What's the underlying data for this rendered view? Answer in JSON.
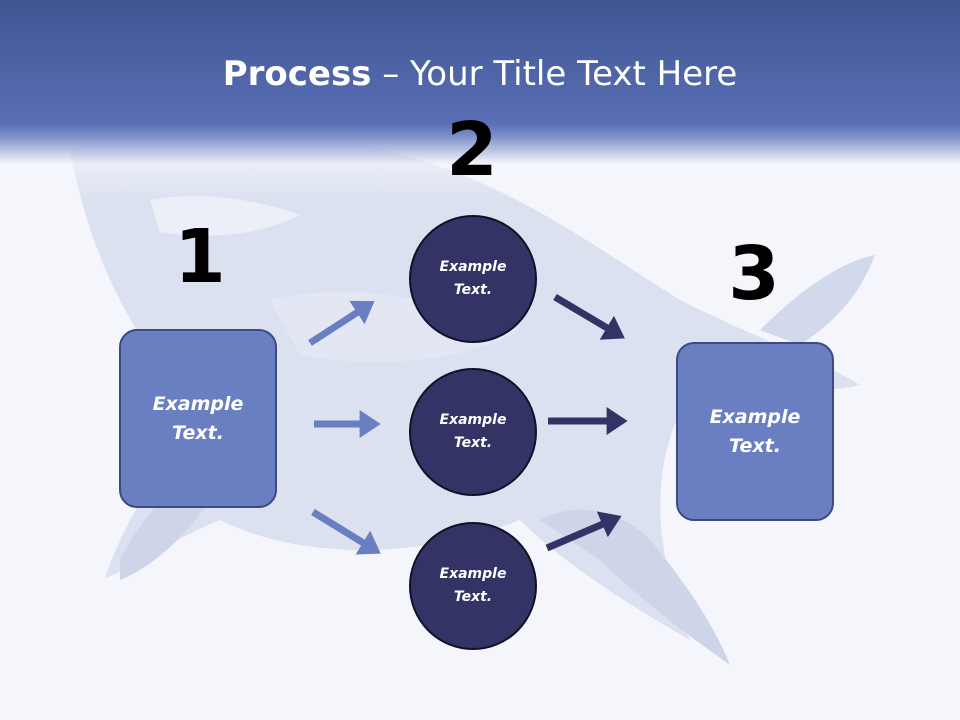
{
  "title": {
    "bold": "Process",
    "rest": " – Your Title Text Here"
  },
  "steps": [
    "1",
    "2",
    "3"
  ],
  "left_box": {
    "line1": "Example",
    "line2": "Text."
  },
  "circles": [
    {
      "line1": "Example",
      "line2": "Text."
    },
    {
      "line1": "Example",
      "line2": "Text."
    },
    {
      "line1": "Example",
      "line2": "Text."
    }
  ],
  "right_box": {
    "line1": "Example",
    "line2": "Text."
  },
  "colors": {
    "header": "#5a6fb6",
    "box_fill": "#6a7ec2",
    "circle_fill": "#333365",
    "light_arrow": "#6a7ec2",
    "dark_arrow": "#333365"
  }
}
